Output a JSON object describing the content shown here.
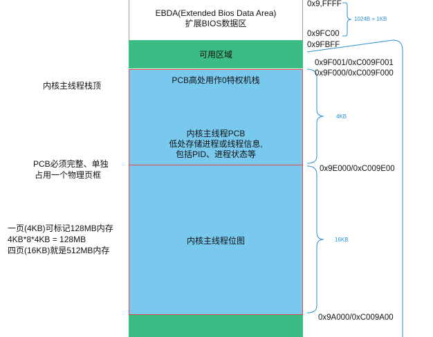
{
  "memory": {
    "ebda": {
      "line1": "EBDA(Extended Bios Data Area)",
      "line2": "扩展BIOS数据区"
    },
    "usable": {
      "label": "可用区域"
    },
    "pcb": {
      "top_label": "PCB高处用作0特权机栈",
      "line1": "内核主线程PCB",
      "line2": "低处存储进程或线程信息,",
      "line3": "包括PID、进程状态等"
    },
    "bitmap": {
      "label": "内核主线程位图"
    }
  },
  "addresses": {
    "ebda_top": "0x9,FFFF",
    "ebda_bottom": "0x9FC00",
    "usable_top": "0x9FBFF",
    "pcb_top_a": "0x9F001/0xC009F001",
    "pcb_top_b": "0x9F000/0xC009F000",
    "pcb_bottom": "0x9E000/0xC009E00",
    "bitmap_bottom": "0x9A000/0xC009A00"
  },
  "annotations": {
    "ebda_size": "1024B = 1KB",
    "pcb_size": "4KB",
    "bitmap_size": "16KB"
  },
  "side_notes": {
    "stack_top": "内核主线程栈顶",
    "pcb_line1": "PCB必须完整、单独",
    "pcb_line2": "占用一个物理页框",
    "bitmap_line1": "一页(4KB)可标记128MB内存",
    "bitmap_line2": "4KB*8*4KB = 128MB",
    "bitmap_line3": "四页(16KB)就是512MB内存"
  },
  "colors": {
    "green": "#3dbb85",
    "blue": "#79c9ef",
    "red_border": "#e24444",
    "note_blue": "#2a8fd0"
  }
}
